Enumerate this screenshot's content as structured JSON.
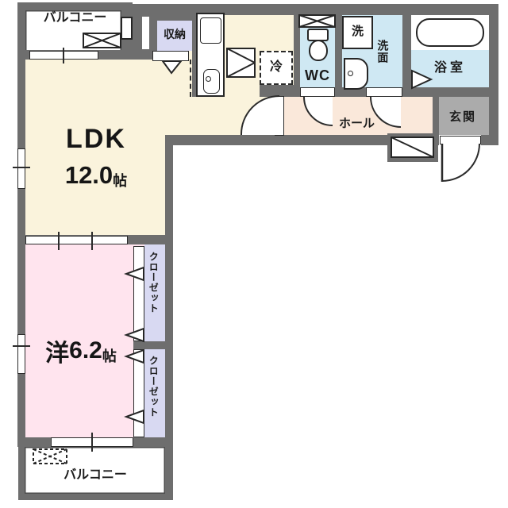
{
  "plan": {
    "balcony_top": "バルコニー",
    "balcony_bottom": "バルコニー",
    "storage": "収納",
    "fridge": "冷",
    "wc": "WC",
    "washer": "洗",
    "washroom": "洗面",
    "bathroom": "浴室",
    "hall": "ホール",
    "entrance": "玄関",
    "closet": "クローゼット",
    "ldk": {
      "name": "LDK",
      "size": "12.0",
      "unit": "帖"
    },
    "bedroom": {
      "name": "洋",
      "size": "6.2",
      "unit": "帖"
    }
  },
  "colors": {
    "wall": "#6E6E6E",
    "ldk_floor": "#FAF3DC",
    "bedroom_floor": "#FFE4EE",
    "hall_floor": "#FAE8DA",
    "wet_area": "#CFE8F3",
    "entrance_floor": "#ABABAB",
    "closet_fill": "#D8D9F2",
    "line": "#262626"
  }
}
